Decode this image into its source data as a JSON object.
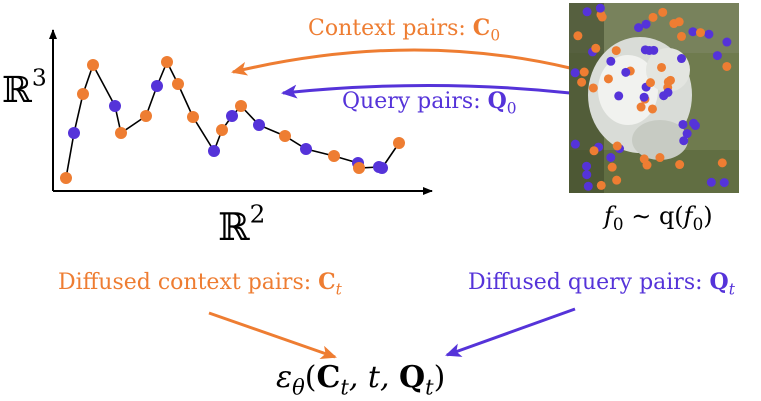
{
  "axes": {
    "y_space": "ℝ",
    "y_exp": "3",
    "x_space": "ℝ",
    "x_exp": "2"
  },
  "arrows": {
    "context": {
      "text": "Context pairs: ",
      "symbol": "C",
      "sub": "0"
    },
    "query": {
      "text": "Query pairs: ",
      "symbol": "Q",
      "sub": "0"
    }
  },
  "image": {
    "caption_f": "f",
    "caption_sub": "0",
    "caption_rest": " ∼ q(",
    "caption_f2": "f",
    "caption_sub2": "0",
    "caption_end": ")"
  },
  "diffused": {
    "context": {
      "text": "Diffused context pairs: ",
      "symbol": "C",
      "sub": "t"
    },
    "query": {
      "text": "Diffused query pairs: ",
      "symbol": "Q",
      "sub": "t"
    }
  },
  "formula": {
    "eps": "ε",
    "eps_sub": "θ",
    "open": "(",
    "c": "C",
    "c_sub": "t",
    "mid": ", t, ",
    "q": "Q",
    "q_sub": "t",
    "close": ")"
  },
  "colors": {
    "context": "#ee7d32",
    "query": "#5533d9",
    "axis": "#000000",
    "image_bg": "#6f7b4e"
  },
  "curve_points": [
    {
      "type": "context"
    },
    {
      "type": "query"
    },
    {
      "type": "context"
    },
    {
      "type": "context"
    },
    {
      "type": "query"
    },
    {
      "type": "context"
    },
    {
      "type": "context"
    },
    {
      "type": "query"
    },
    {
      "type": "context"
    },
    {
      "type": "context"
    },
    {
      "type": "context"
    },
    {
      "type": "query"
    },
    {
      "type": "context"
    },
    {
      "type": "query"
    },
    {
      "type": "context"
    },
    {
      "type": "query"
    },
    {
      "type": "context"
    },
    {
      "type": "query"
    },
    {
      "type": "context"
    },
    {
      "type": "query"
    },
    {
      "type": "context"
    },
    {
      "type": "query"
    },
    {
      "type": "query"
    },
    {
      "type": "context"
    }
  ]
}
